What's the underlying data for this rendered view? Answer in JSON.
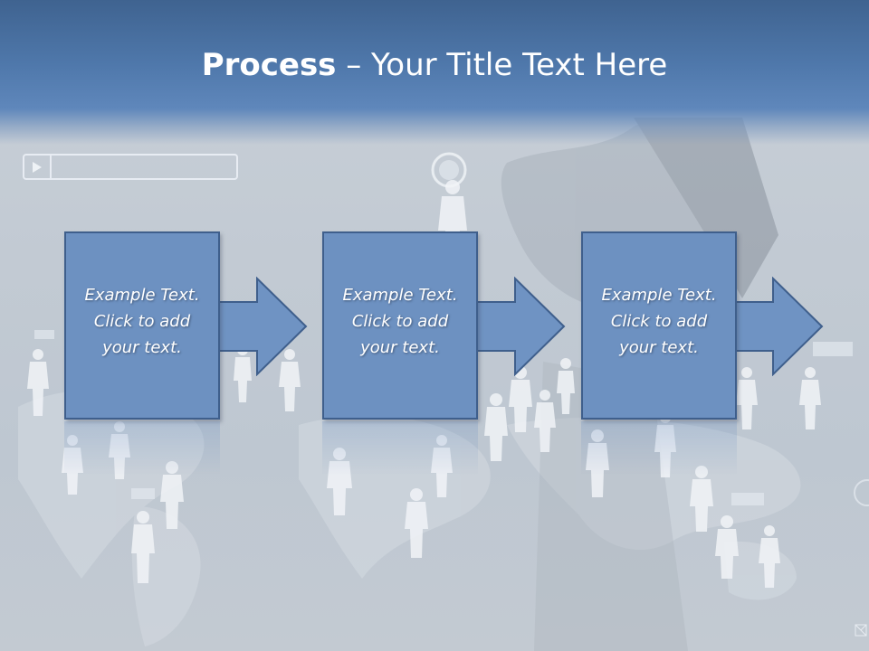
{
  "slide": {
    "title_strong": "Process",
    "title_rest": " – Your Title Text Here"
  },
  "steps": [
    {
      "text": "Example Text.\nClick  to add\nyour text."
    },
    {
      "text": "Example Text.\nClick  to add\nyour text."
    },
    {
      "text": "Example Text.\nClick  to add\nyour text."
    }
  ],
  "colors": {
    "header": "#4f78ab",
    "box_fill": "#6d91c1",
    "box_border": "#3f5f8c",
    "arrow_fill": "#6f93c3"
  },
  "icons": {
    "media_play": "play-icon",
    "corner": "small-envelope-icon"
  }
}
